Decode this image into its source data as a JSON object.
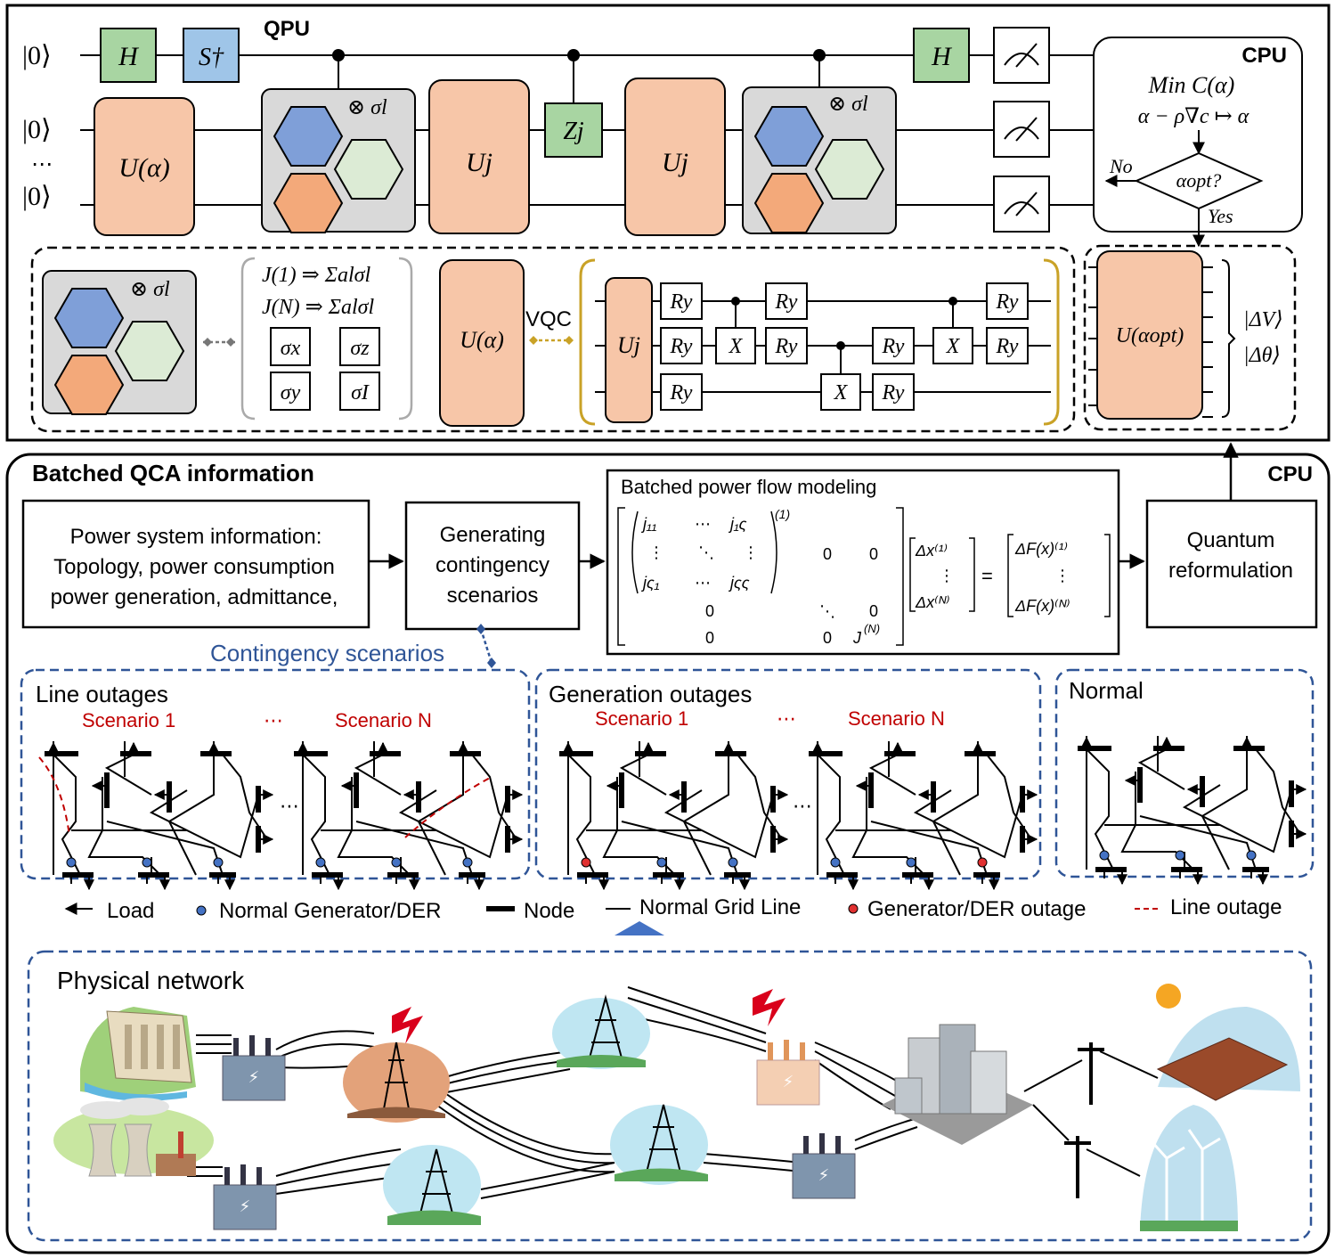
{
  "colors": {
    "gate_h": "#a8d5a2",
    "gate_s": "#9fc5e8",
    "unitary": "#f7c6a8",
    "hex_blue": "#7f9fd8",
    "hex_green": "#dcebd5",
    "hex_orange": "#f3a97a",
    "panel_gray": "#d9d9d9",
    "dashed_blue": "#2f5597",
    "scenario_red": "#c00000",
    "gen_blue": "#4472c4",
    "gen_red": "#e03030",
    "vqc_bracket": "#c9a227"
  },
  "qpu": {
    "title": "QPU",
    "qubit_labels": [
      "|0⟩",
      "|0⟩",
      "⋯",
      "|0⟩"
    ],
    "gate_h": "H",
    "gate_sdag": "S†",
    "gate_zj": "Zj",
    "u_alpha": "U(α)",
    "u_j": "Uj",
    "otimes_sigma": "⊗ σl",
    "cpu": {
      "title": "CPU",
      "min_c": "Min C(α)",
      "update": "α − ρ∇c ↦ α",
      "decision": "αopt?",
      "no": "No",
      "yes": "Yes"
    },
    "expansion": {
      "otimes_sigma": "⊗ σl",
      "j1": "J(1) ⇒ Σalσl",
      "jn": "J(N) ⇒ Σalσl",
      "paulis": [
        "σx",
        "σz",
        "σy",
        "σI"
      ],
      "u_alpha": "U(α)",
      "vqc": "VQC",
      "u_j": "Uj",
      "ry": "Ry",
      "x": "X",
      "u_opt": "U(αopt)",
      "delta_v": "|ΔV⟩",
      "delta_theta": "|Δθ⟩"
    }
  },
  "batched": {
    "title": "Batched QCA information",
    "cpu": "CPU",
    "power_info": [
      "Power system information:",
      "Topology, power consumption",
      "power generation, admittance,"
    ],
    "generating": [
      "Generating",
      "contingency",
      "scenarios"
    ],
    "modeling_title": "Batched power flow modeling",
    "quantum": [
      "Quantum",
      "reformulation"
    ],
    "contingency_label": "Contingency scenarios"
  },
  "scenarios": {
    "line": {
      "title": "Line outages",
      "s1": "Scenario 1",
      "dots": "⋯",
      "sn": "Scenario N"
    },
    "gen": {
      "title": "Generation outages",
      "s1": "Scenario 1",
      "dots": "⋯",
      "sn": "Scenario N"
    },
    "normal": {
      "title": "Normal"
    },
    "between_dots": "⋯"
  },
  "legend": {
    "load": "Load",
    "gen": "Normal Generator/DER",
    "node": "Node",
    "line": "Normal Grid Line",
    "gen_out": "Generator/DER outage",
    "line_out": "Line outage"
  },
  "physical": {
    "title": "Physical network"
  }
}
